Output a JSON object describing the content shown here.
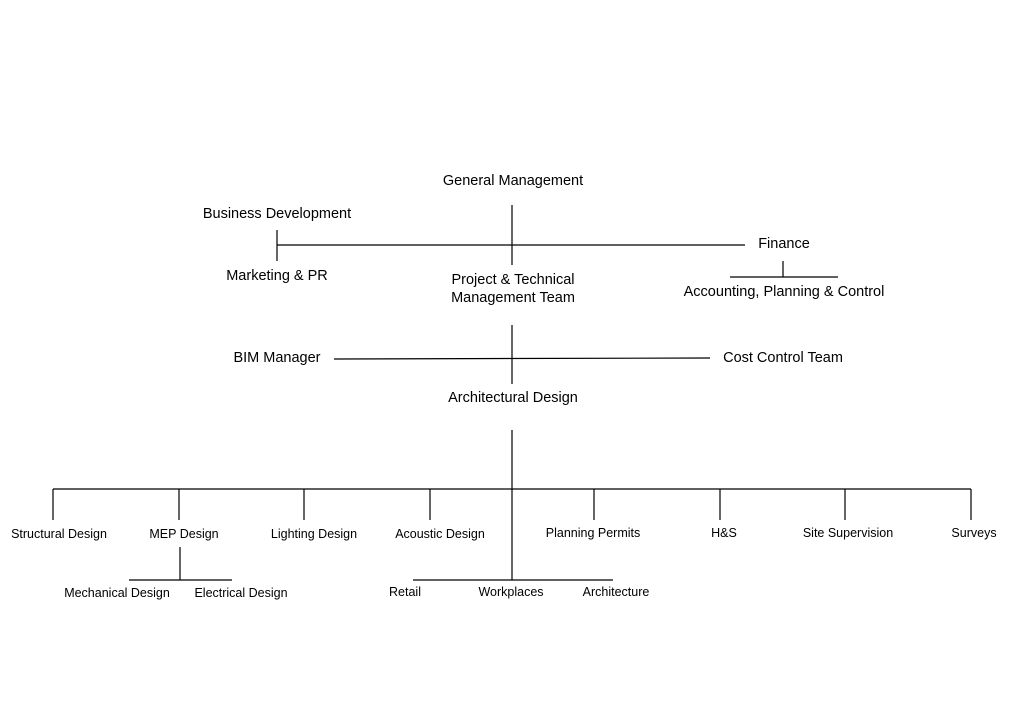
{
  "diagram": {
    "nodes": {
      "general_management": "General Management",
      "business_development": "Business Development",
      "marketing_pr": "Marketing & PR",
      "finance": "Finance",
      "accounting": "Accounting, Planning & Control",
      "project_team_line1": "Project & Technical",
      "project_team_line2": "Management Team",
      "bim_manager": "BIM Manager",
      "cost_control": "Cost Control Team",
      "architectural_design": "Architectural Design",
      "structural_design": "Structural  Design",
      "mep_design": "MEP Design",
      "lighting_design": "Lighting Design",
      "acoustic_design": "Acoustic Design",
      "planning_permits": "Planning Permits",
      "hs": "H&S",
      "site_supervision": "Site Supervision",
      "surveys": "Surveys",
      "mechanical_design": "Mechanical Design",
      "electrical_design": "Electrical Design",
      "retail": "Retail",
      "workplaces": "Workplaces",
      "architecture": "Architecture"
    }
  }
}
